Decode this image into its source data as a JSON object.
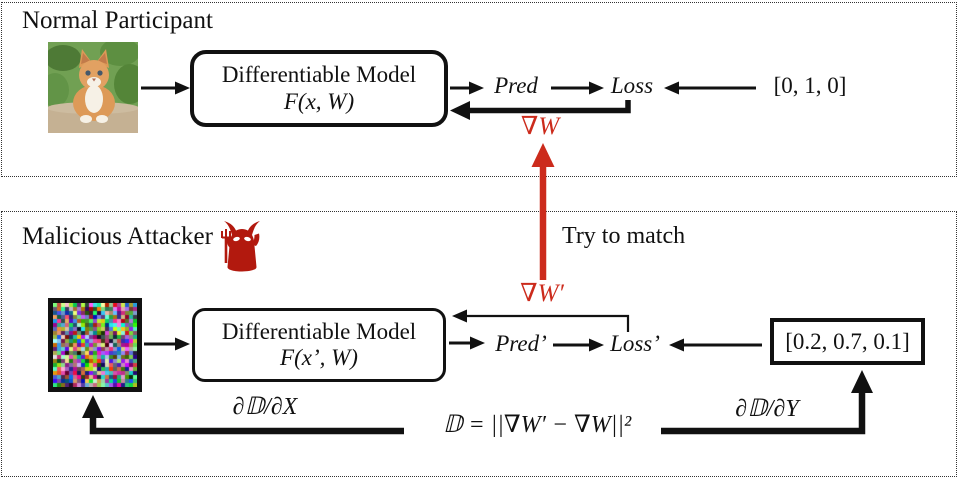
{
  "top": {
    "title": "Normal Participant",
    "model_line1": "Differentiable Model",
    "model_line2": "F(x, W)",
    "pred": "Pred",
    "loss": "Loss",
    "label_vector": "[0, 1, 0]",
    "gradient": "∇W"
  },
  "bottom": {
    "title": "Malicious Attacker",
    "try_to_match": "Try to match",
    "gradient": "∇W′",
    "model_line1": "Differentiable Model",
    "model_line2": "F(x’, W)",
    "pred": "Pred’",
    "loss": "Loss’",
    "label_vector": "[0.2, 0.7, 0.1]",
    "grad_x": "∂𝔻/∂X",
    "grad_y": "∂𝔻/∂Y",
    "formula": "𝔻 = ||∇W′ − ∇W||²"
  },
  "icons": {
    "devil": "devil-icon",
    "cat": "kitten-photo",
    "noise": "noise-image"
  },
  "colors": {
    "accent_red": "#cc2b1c",
    "devil_red": "#b2190e",
    "line_black": "#111111"
  }
}
